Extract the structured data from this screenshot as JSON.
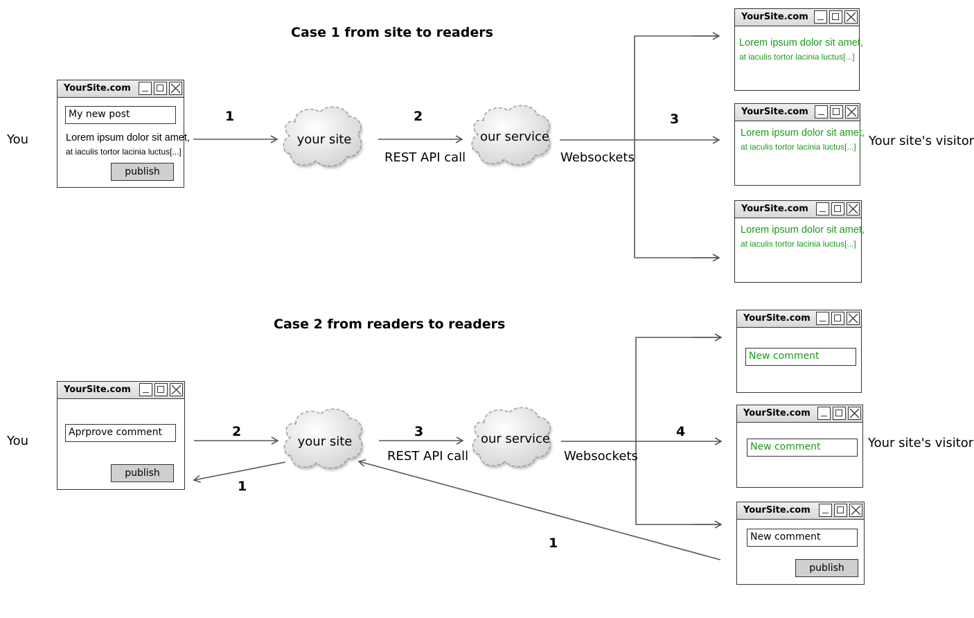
{
  "case1": {
    "heading": "Case 1 from site to readers",
    "actor_left": "You",
    "actor_right": "Your site's visitors",
    "author_window": {
      "title": "YourSite.com",
      "input_value": "My new post",
      "body_line1": "Lorem ipsum dolor sit amet,",
      "body_line2": "at iaculis tortor lacinia luctus[...]",
      "button": "publish"
    },
    "site_cloud": "your site",
    "service_cloud": "our service",
    "step1": "1",
    "step2": "2",
    "step3": "3",
    "label_rest": "REST API call",
    "label_ws": "Websockets",
    "visitor_windows": [
      {
        "title": "YourSite.com",
        "line1": "Lorem ipsum dolor sit amet,",
        "line2": "at iaculis tortor lacinia luctus[...]"
      },
      {
        "title": "YourSite.com",
        "line1": "Lorem ipsum dolor sit amet,",
        "line2": "at iaculis tortor lacinia luctus[...]"
      },
      {
        "title": "YourSite.com",
        "line1": "Lorem ipsum dolor sit amet,",
        "line2": "at iaculis tortor lacinia luctus[...]"
      }
    ]
  },
  "case2": {
    "heading": "Case 2 from readers to readers",
    "actor_left": "You",
    "actor_right": "Your site's visitors",
    "author_window": {
      "title": "YourSite.com",
      "input_value": "Aprprove comment",
      "button": "publish"
    },
    "site_cloud": "your site",
    "service_cloud": "our service",
    "step1_back": "1",
    "step2": "2",
    "step3": "3",
    "step4": "4",
    "step1_reader": "1",
    "label_rest": "REST API call",
    "label_ws": "Websockets",
    "visitor_windows": [
      {
        "title": "YourSite.com",
        "input_value": "New comment"
      },
      {
        "title": "YourSite.com",
        "input_value": "New comment"
      },
      {
        "title": "YourSite.com",
        "input_value": "New comment",
        "button": "publish"
      }
    ]
  },
  "colors": {
    "link_text": "#1a9a1a",
    "line": "#555555",
    "button_fill": "#cfcfcf"
  }
}
